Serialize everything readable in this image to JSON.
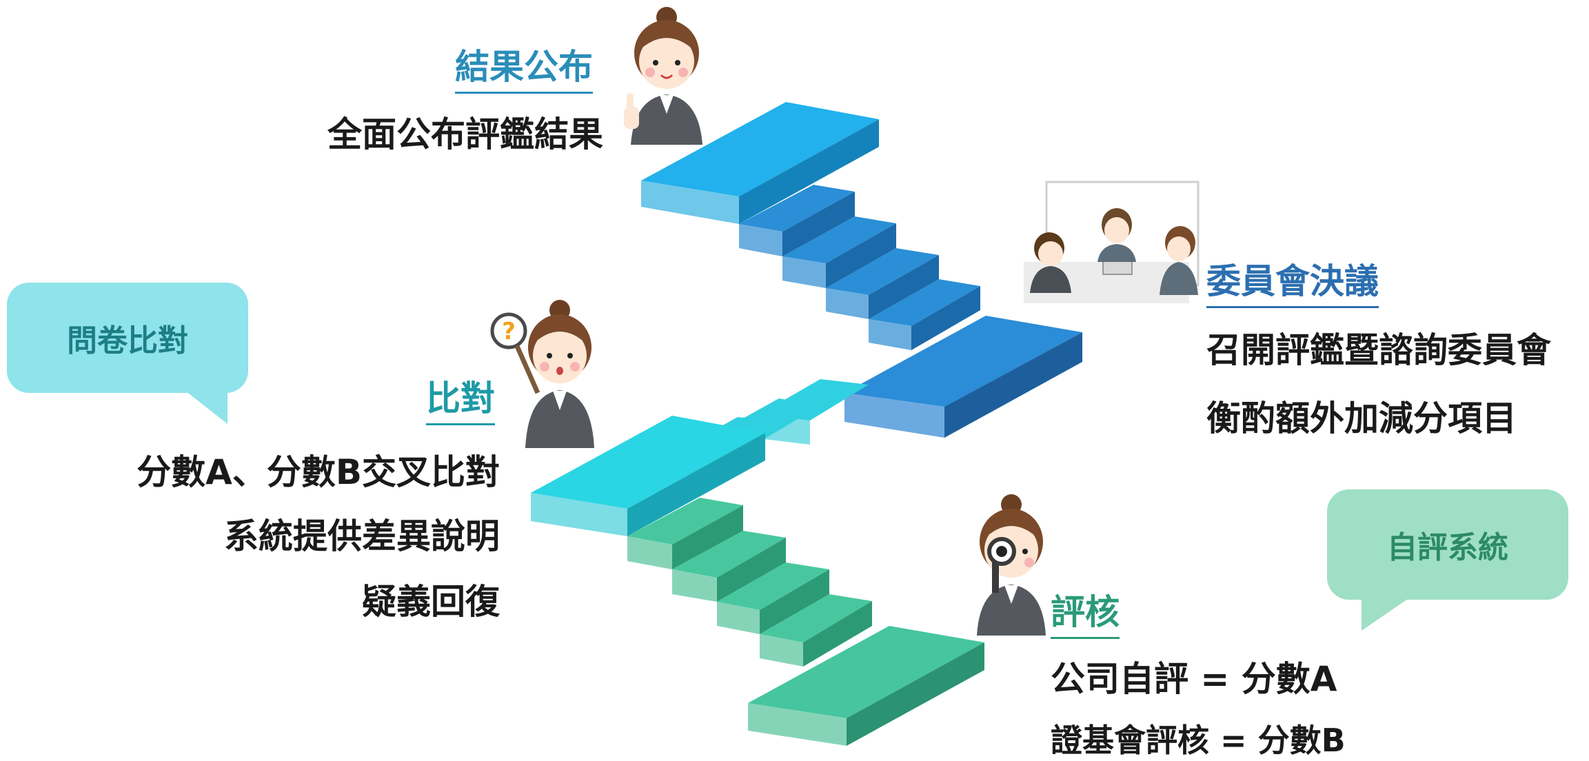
{
  "sections": {
    "result": {
      "title": "結果公布",
      "lines": [
        "全面公布評鑑結果"
      ]
    },
    "committee": {
      "title": "委員會決議",
      "lines": [
        "召開評鑑暨諮詢委員會",
        "衡酌額外加減分項目"
      ]
    },
    "compare": {
      "title": "比對",
      "lines": [
        "分數A、分數B交叉比對",
        "系統提供差異說明",
        "疑義回復"
      ]
    },
    "review": {
      "title": "評核",
      "lines": [
        "公司自評 = 分數A",
        "證基會評核 = 分數B"
      ]
    }
  },
  "bubbles": {
    "questionnaire": "問卷比對",
    "self_eval": "自評系統"
  },
  "icons": {
    "result_person": "thumbs-up-woman-icon",
    "committee_people": "meeting-people-icon",
    "compare_person": "magnifier-woman-icon",
    "review_person": "magnifier-woman-icon"
  },
  "colors": {
    "top_blue": "#22b1ec",
    "mid_blue": "#2b8fd8",
    "cyan": "#2fd6e3",
    "green": "#44c49e"
  }
}
